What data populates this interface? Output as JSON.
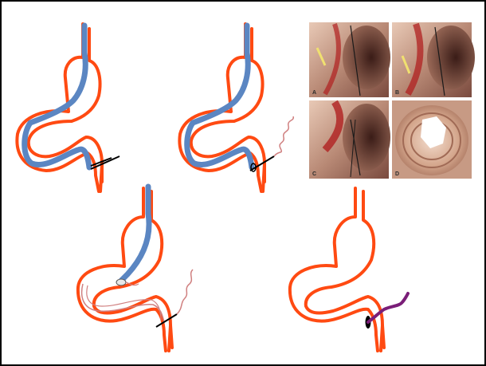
{
  "colors": {
    "border": "#000000",
    "stomach": "#ff4a12",
    "scope": "#5b86c2",
    "suture": "#d08080",
    "wire": "#7a1e78",
    "clip": "#000000"
  },
  "photos": {
    "labels": [
      "A",
      "B",
      "C",
      "D"
    ]
  },
  "panels": [
    {
      "name": "scope-in-stomach-with-clip"
    },
    {
      "name": "scope-with-clip-and-suture"
    },
    {
      "name": "balloon-and-suture-placement"
    },
    {
      "name": "final-tube-placement"
    }
  ]
}
